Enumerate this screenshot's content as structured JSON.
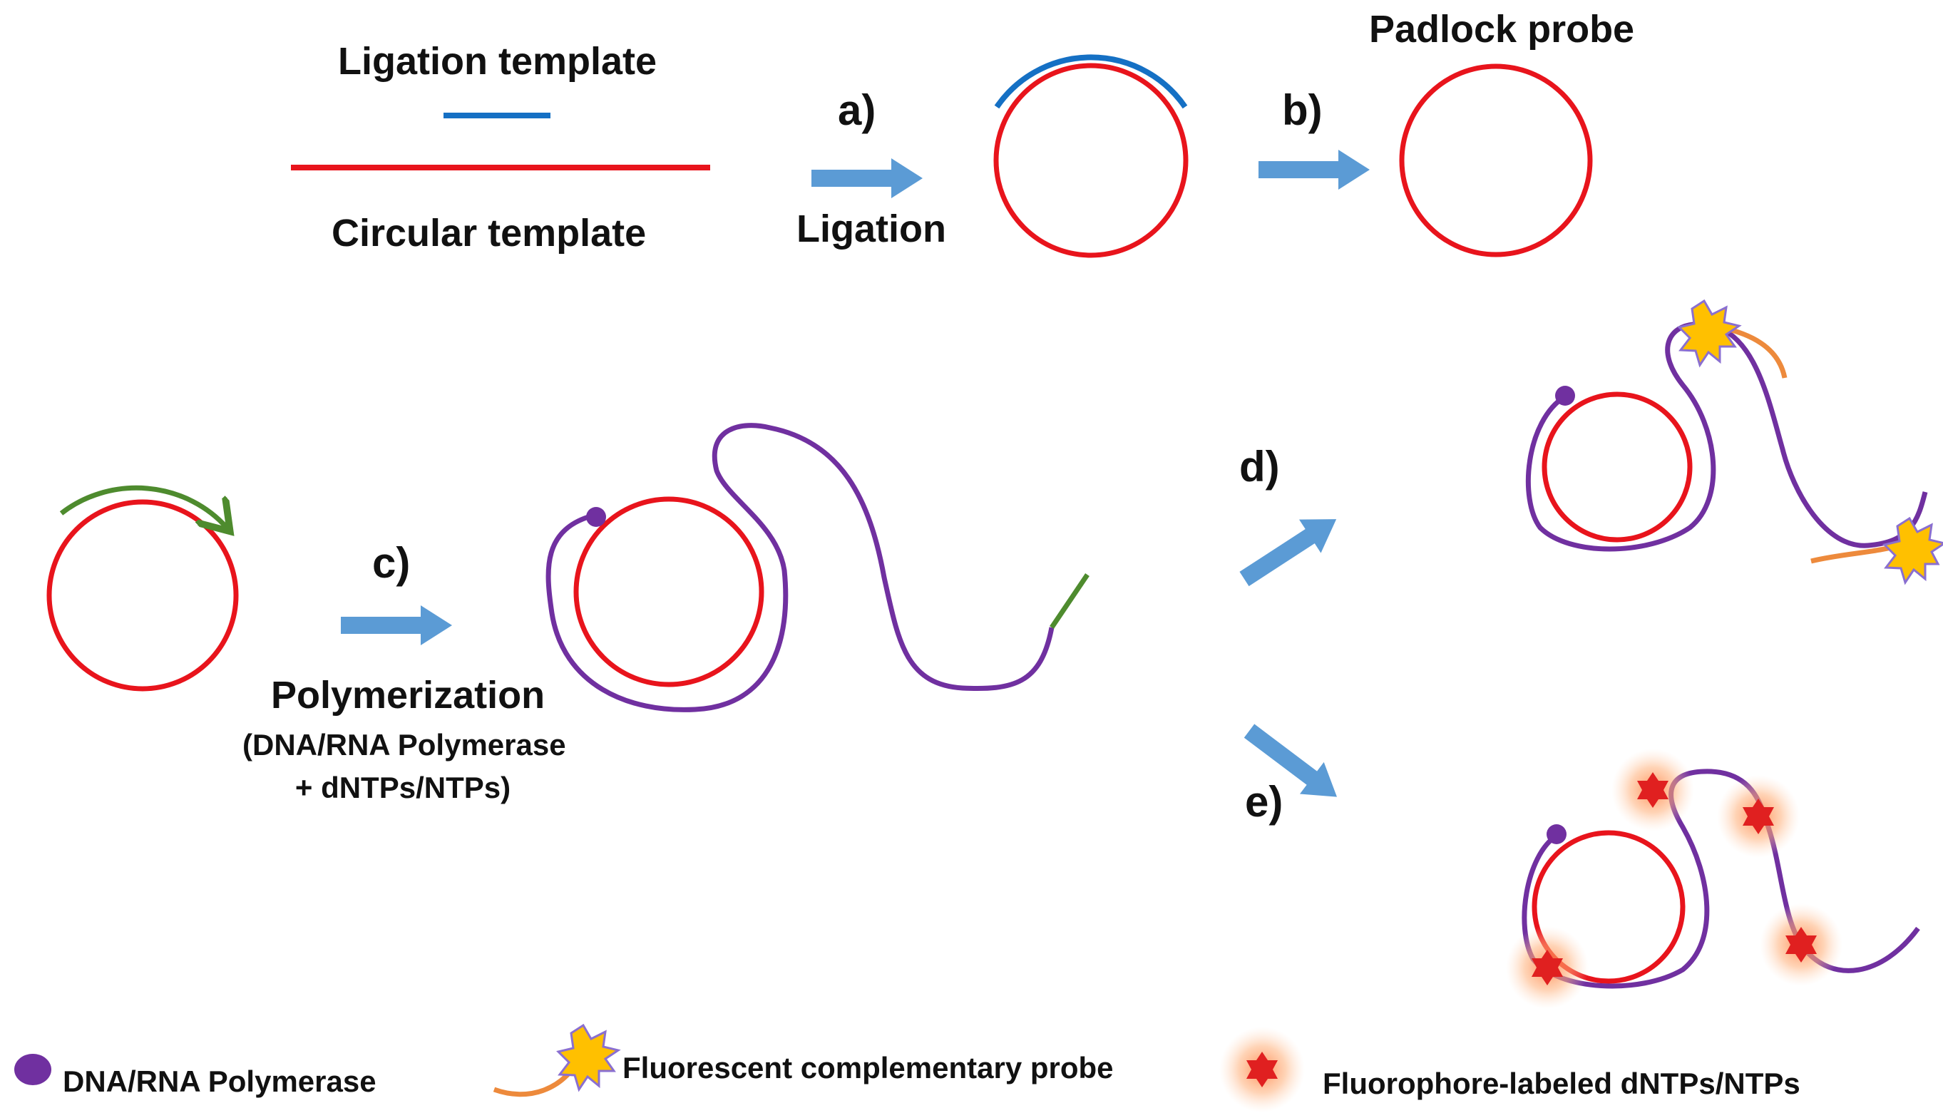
{
  "labels": {
    "ligation_template": "Ligation template",
    "circular_template": "Circular template",
    "step_a": "a)",
    "ligation": "Ligation",
    "padlock_probe": "Padlock probe",
    "step_b": "b)",
    "step_c": "c)",
    "polymerization": "Polymerization",
    "polymerization_detail_1": "(DNA/RNA  Polymerase",
    "polymerization_detail_2": "+ dNTPs/NTPs)",
    "step_d": "d)",
    "step_e": "e)"
  },
  "legend": {
    "polymerase": "DNA/RNA  Polymerase",
    "fluorescent_probe": "Fluorescent complementary probe",
    "fluorophore_dntps": "Fluorophore-labeled dNTPs/NTPs"
  },
  "colors": {
    "template_red": "#e8141c",
    "ligation_blue": "#1570c4",
    "product_purple": "#7030a0",
    "primer_green": "#4e8b2e",
    "arrow_blue": "#5b9bd5",
    "probe_orange": "#ed8a3c",
    "star_yellow": "#ffc000",
    "star_red": "#e02020",
    "glow": "#ff9a60"
  },
  "icons": {
    "arrow": "arrow-icon",
    "polymerase": "polymerase-dot-icon",
    "probe_star": "yellow-star-icon",
    "fluor_star": "red-star-icon"
  }
}
